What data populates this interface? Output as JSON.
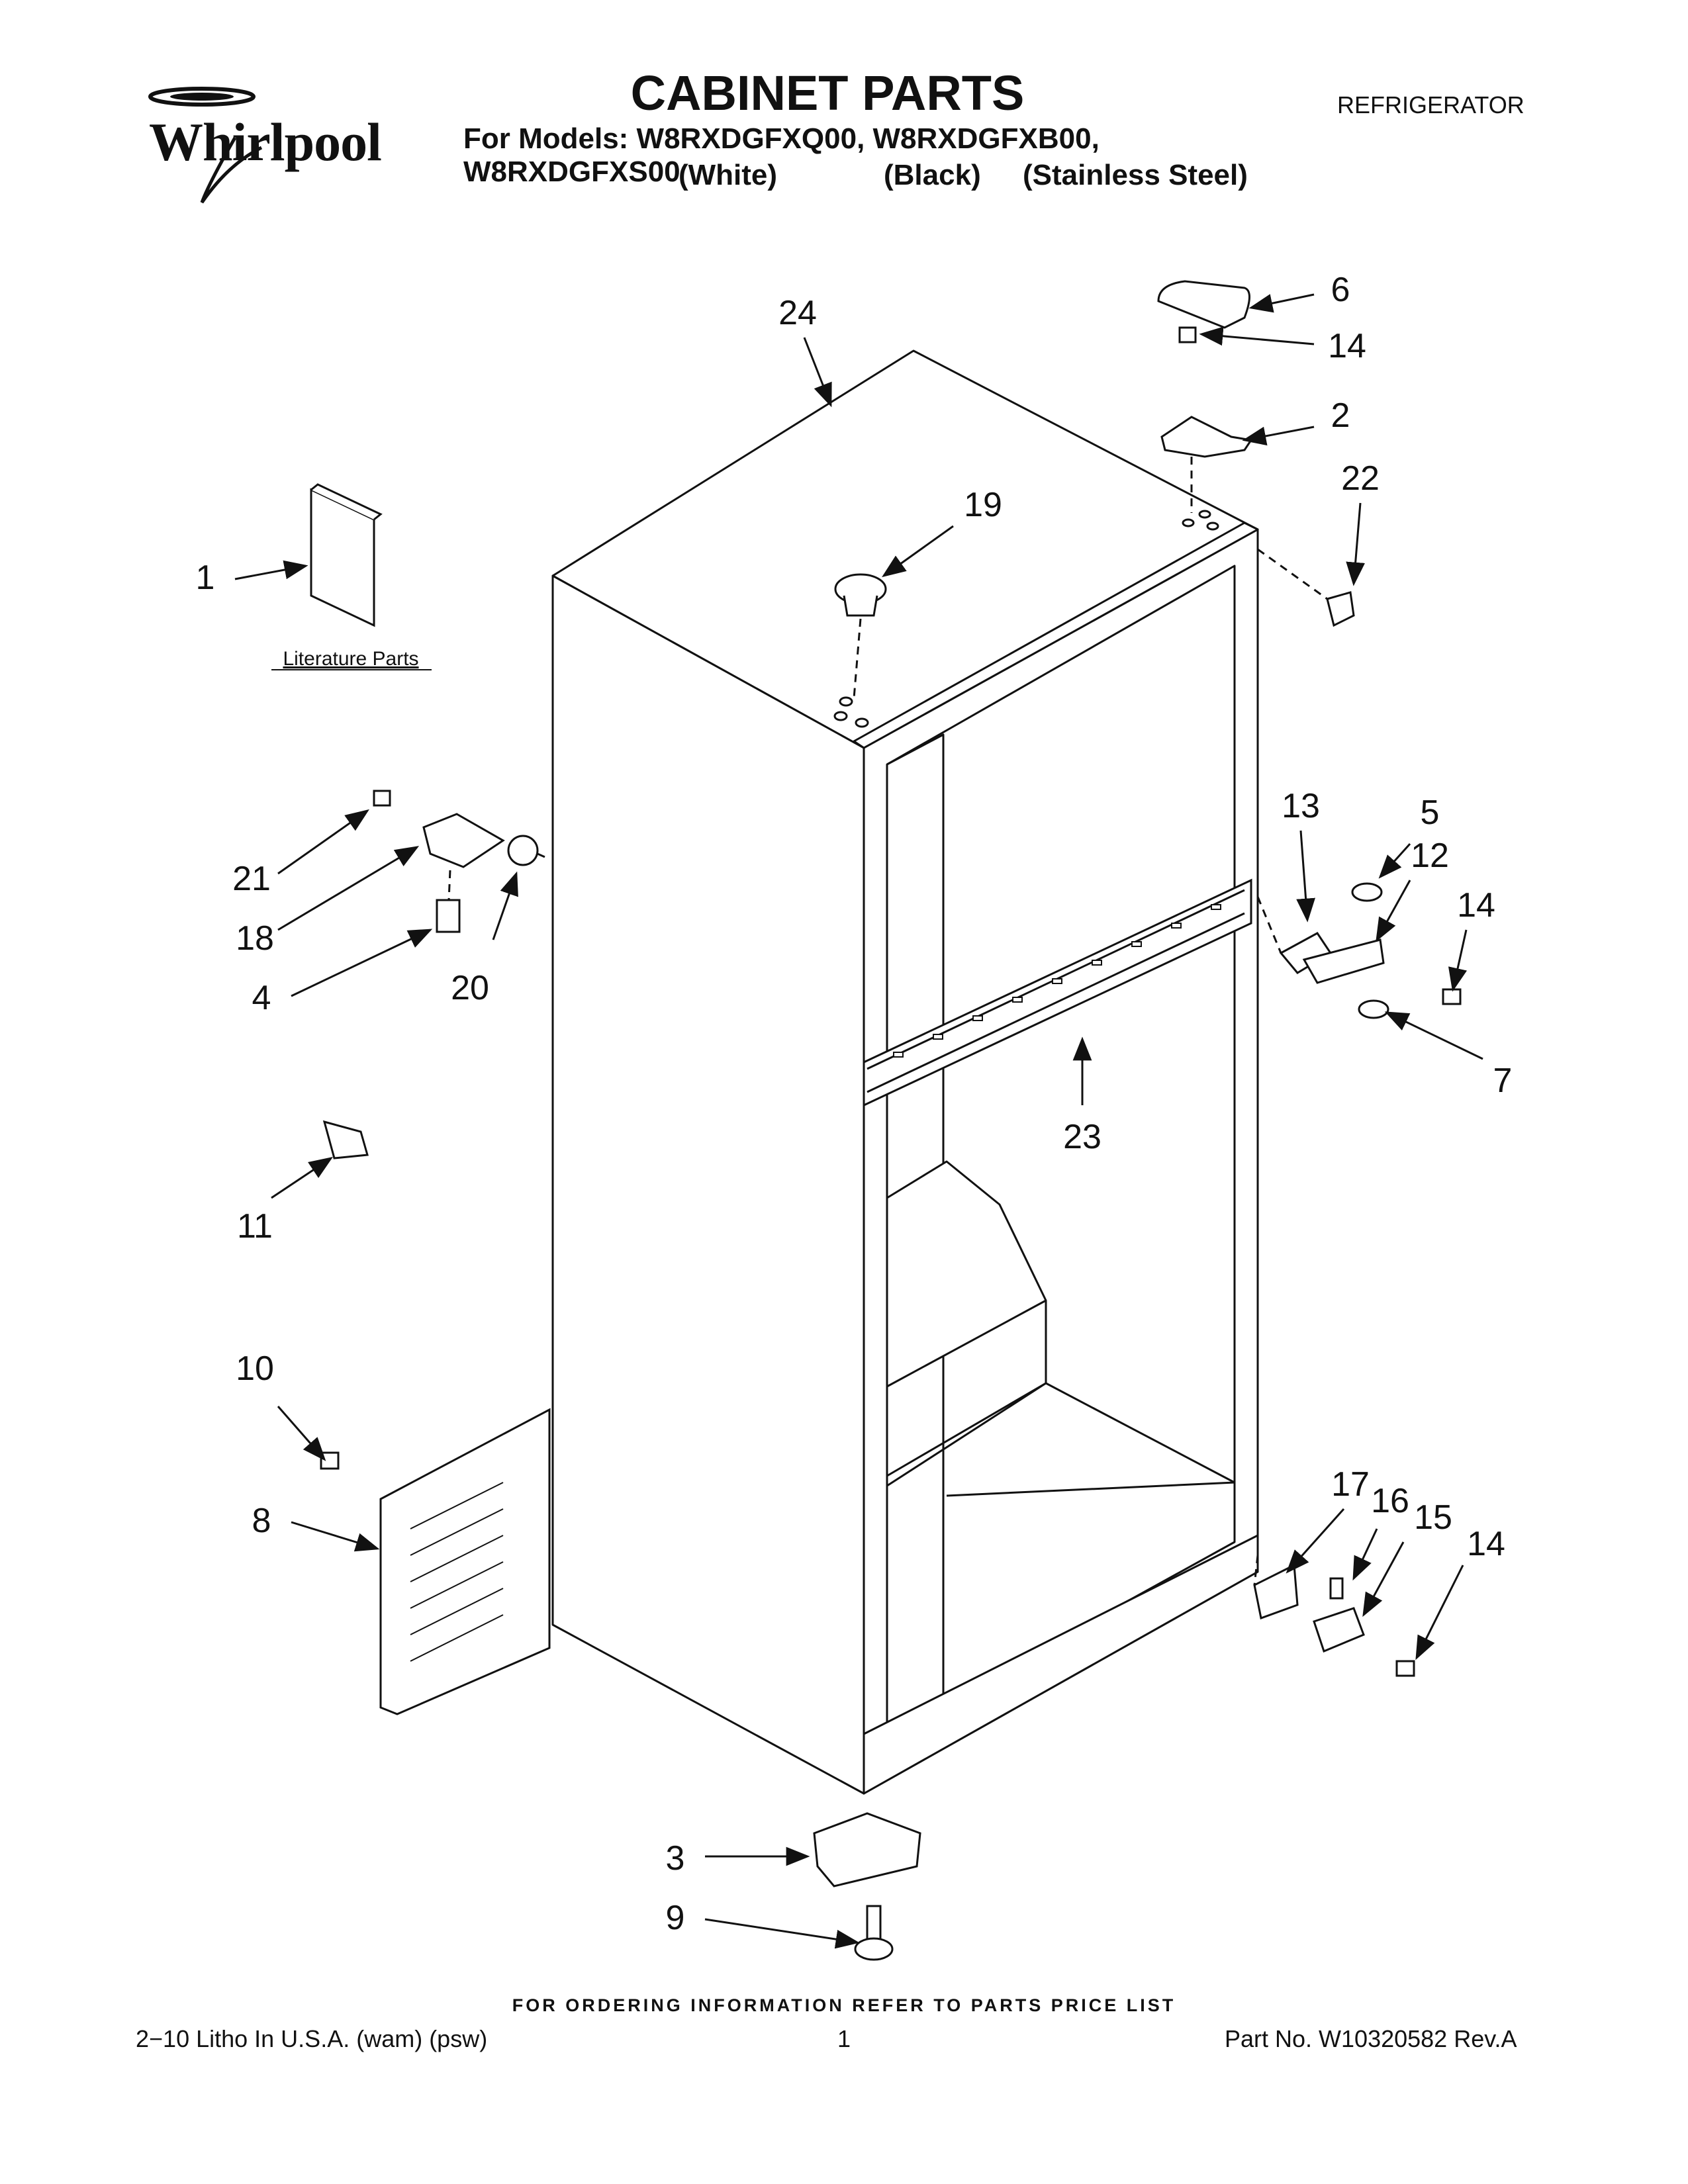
{
  "header": {
    "brand": "Whirlpool",
    "title": "CABINET PARTS",
    "models_line": "For Models: W8RXDGFXQ00, W8RXDGFXB00, W8RXDGFXS00",
    "color_white": "(White)",
    "color_black": "(Black)",
    "color_stainless": "(Stainless Steel)",
    "category": "REFRIGERATOR"
  },
  "diagram": {
    "literature_label": "Literature Parts",
    "callouts": {
      "c1": "1",
      "c2": "2",
      "c3": "3",
      "c4": "4",
      "c5": "5",
      "c6": "6",
      "c7": "7",
      "c8": "8",
      "c9": "9",
      "c10": "10",
      "c11": "11",
      "c12": "12",
      "c13": "13",
      "c14a": "14",
      "c14b": "14",
      "c14c": "14",
      "c15": "15",
      "c16": "16",
      "c17": "17",
      "c18": "18",
      "c19": "19",
      "c20": "20",
      "c21": "21",
      "c22": "22",
      "c23": "23",
      "c24": "24"
    }
  },
  "footer": {
    "ordering_note": "FOR ORDERING INFORMATION REFER TO PARTS PRICE LIST",
    "litho": "2−10 Litho In U.S.A. (wam) (psw)",
    "page_number": "1",
    "part_number": "Part No. W10320582 Rev.A"
  }
}
